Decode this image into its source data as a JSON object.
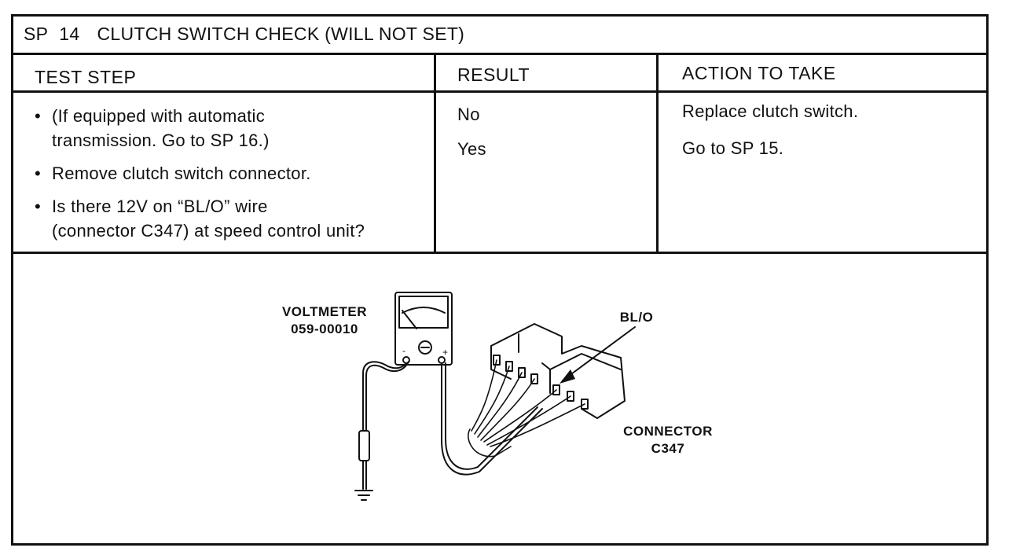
{
  "sheet": {
    "code": "SP",
    "number": "14",
    "title": "CLUTCH SWITCH CHECK (WILL NOT SET)"
  },
  "table": {
    "headers": {
      "test_step": "TEST STEP",
      "result": "RESULT",
      "action": "ACTION TO TAKE"
    },
    "test_steps": [
      {
        "bullet": "•",
        "lines": [
          "(If equipped with automatic",
          "transmission. Go to SP 16.)"
        ]
      },
      {
        "bullet": "•",
        "lines": [
          "Remove clutch switch connector."
        ]
      },
      {
        "bullet": "•",
        "lines": [
          "Is there 12V on “BL/O” wire",
          "(connector C347) at speed control  unit?"
        ]
      }
    ],
    "results": [
      "No",
      "Yes"
    ],
    "actions": [
      "Replace clutch switch.",
      "Go to SP 15."
    ]
  },
  "diagram": {
    "voltmeter_label": [
      "VOLTMETER",
      "059-00010"
    ],
    "wire_label": "BL/O",
    "connector_label": [
      "CONNECTOR",
      "C347"
    ],
    "meter_terminals": [
      "-",
      "+"
    ]
  }
}
